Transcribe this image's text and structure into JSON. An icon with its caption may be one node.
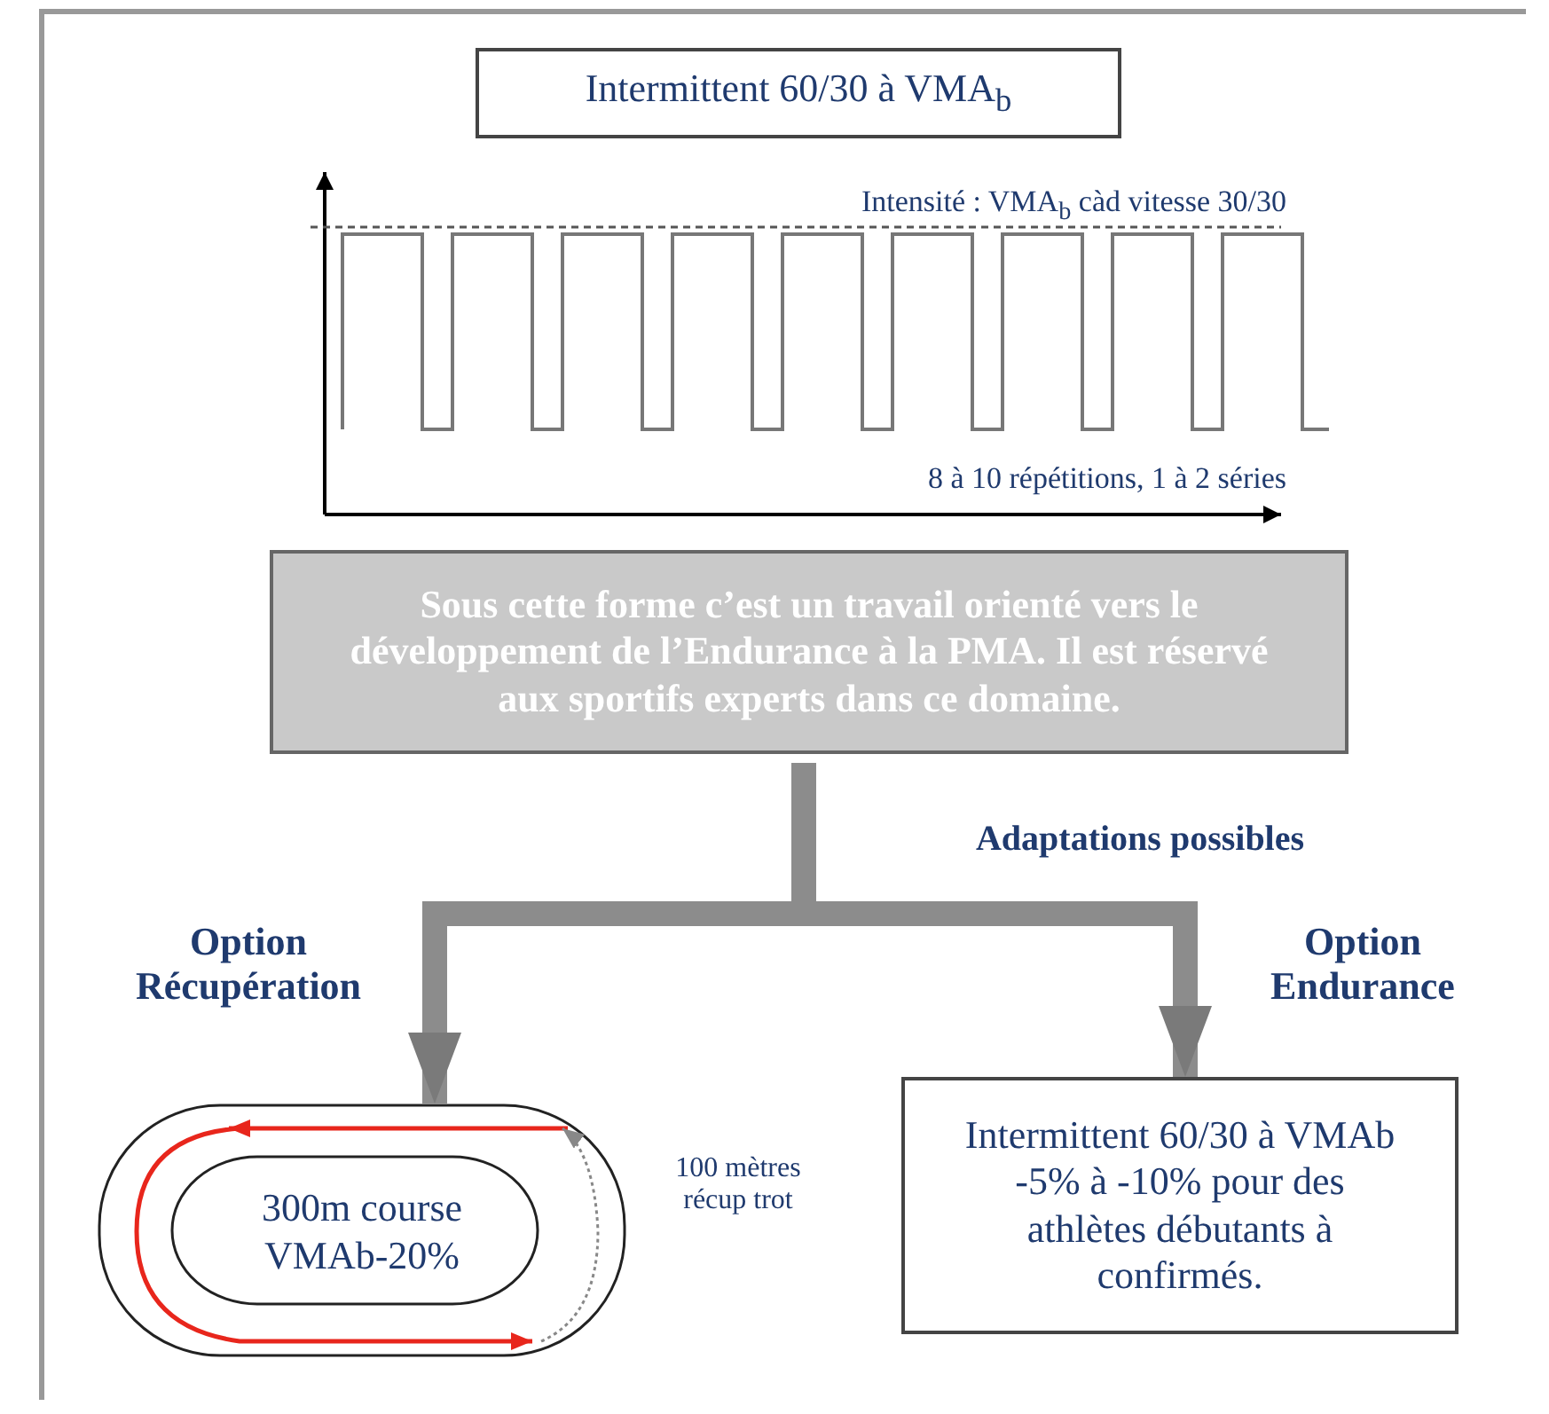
{
  "diagram": {
    "nodes": [
      {
        "text": [
          "Intermittent 60/30 à VMA$_{b}$"
        ]
      },
      {
        "text": [
          "Sous cette forme c’est un travail orienté vers le développement de l’Endurance à la PMA. Il est réservé aux sportifs experts dans ce domaine."
        ]
      },
      {
        "text": [
          "300m course VMAb-20%"
        ]
      },
      {
        "text": [
          "Intermittent 60/30 à VMAb -5% à -10% pour des athlètes débutants à confirmés."
        ]
      }
    ],
    "edges": [
      {
        "from": 1,
        "to": 2,
        "arrow": "to",
        "label": "Option Récupération"
      },
      {
        "from": 1,
        "to": 3,
        "arrow": "to",
        "label": "Option Endurance"
      }
    ],
    "labels": [
      "Intensité : VMA$_{b}$ càd vitesse 30/30",
      "8 à 10 répétitions, 1 à 2 séries",
      "Adaptations possibles",
      "100 mètres récup trot"
    ]
  }
}
